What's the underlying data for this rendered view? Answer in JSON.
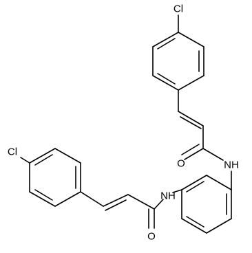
{
  "structure": {
    "atom_labels": {
      "cl_top": "Cl",
      "cl_left": "Cl",
      "nh_top": "NH",
      "nh_bottom": "NH",
      "o_top": "O",
      "o_bottom": "O"
    }
  }
}
